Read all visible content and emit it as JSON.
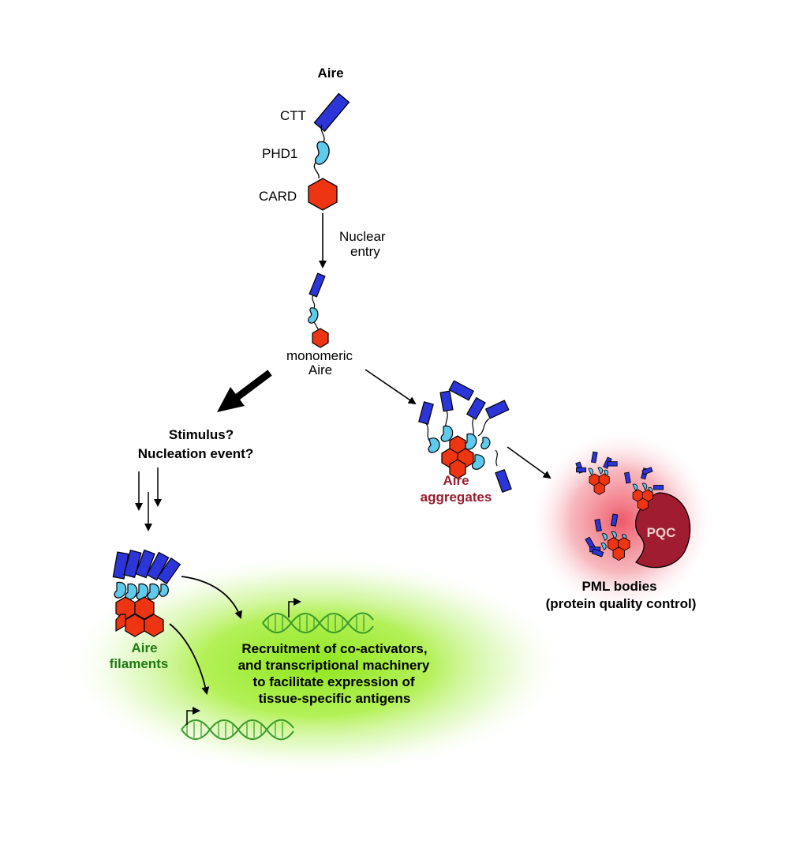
{
  "title": "Aire",
  "domains": {
    "ctt": "CTT",
    "phd1": "PHD1",
    "card": "CARD"
  },
  "nuclear_entry": [
    "Nuclear",
    "entry"
  ],
  "monomeric": [
    "monomeric",
    "Aire"
  ],
  "stimulus": [
    "Stimulus?",
    "Nucleation event?"
  ],
  "aggregates_label": [
    "Aire",
    "aggregates"
  ],
  "filaments_label": [
    "Aire",
    "filaments"
  ],
  "pqc_label": "PQC",
  "pml_label": [
    "PML bodies",
    "(protein quality control)"
  ],
  "recruitment": [
    "Recruitment of co-activators,",
    "and transcriptional machinery",
    "to facilitate expression of",
    "tissue-specific antigens"
  ],
  "colors": {
    "ctt": "#2b35d8",
    "phd1": "#5ecbee",
    "card": "#ee3512",
    "aggregates_text": "#9b1b30",
    "filaments_text": "#1f7a12",
    "pqc": "#a01c30",
    "dna": "#3a9a2a"
  }
}
